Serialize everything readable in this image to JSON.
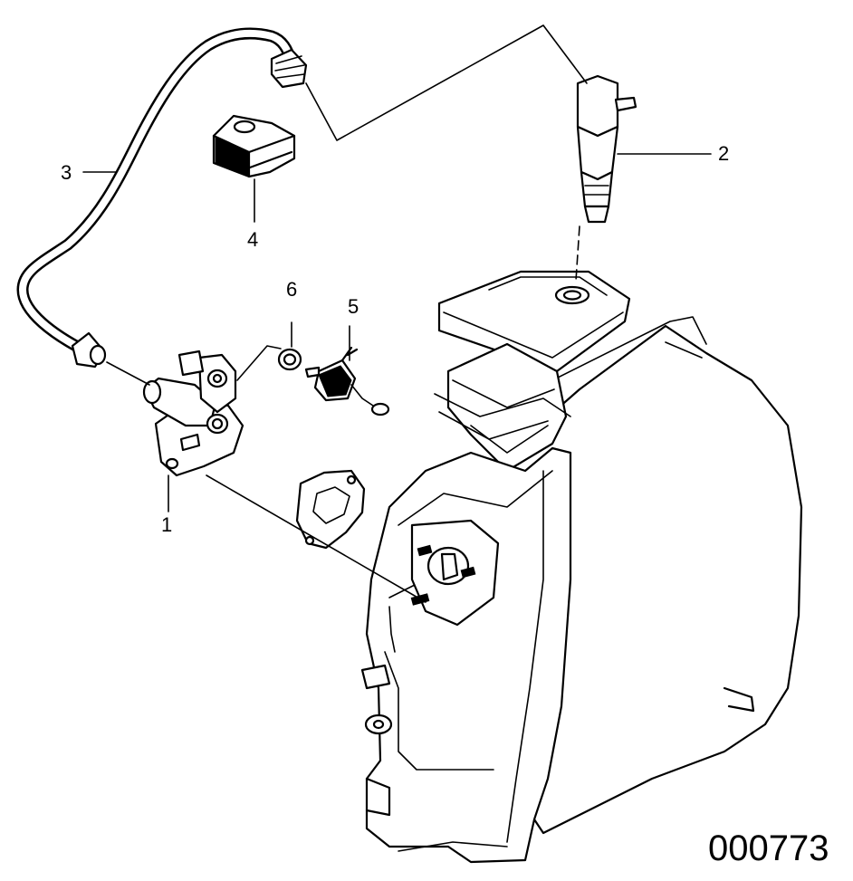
{
  "callouts": {
    "c1": "1",
    "c2": "2",
    "c3": "3",
    "c4": "4",
    "c5": "5",
    "c6": "6"
  },
  "document_number": "000773",
  "colors": {
    "line": "#000000",
    "background": "#ffffff"
  }
}
